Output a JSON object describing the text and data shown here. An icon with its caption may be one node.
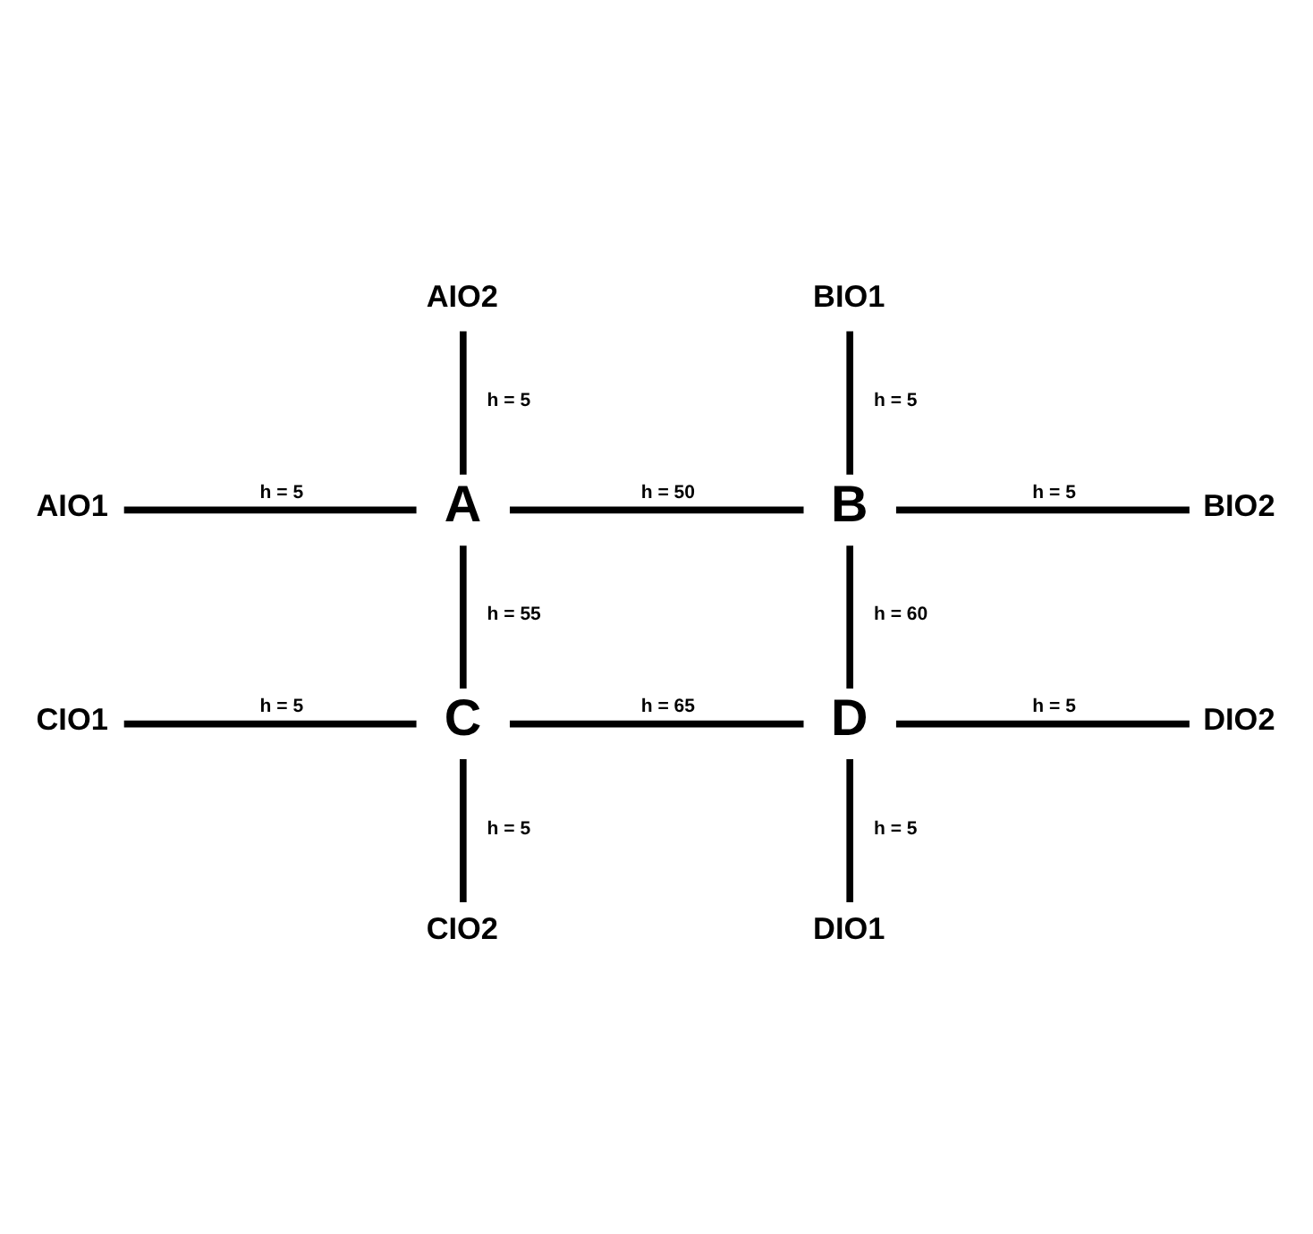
{
  "diagram": {
    "nodes": [
      {
        "text": [
          "AIO2"
        ]
      },
      {
        "text": [
          "BIO1"
        ]
      },
      {
        "text": [
          "AIO1"
        ]
      },
      {
        "text": [
          "A"
        ]
      },
      {
        "text": [
          "B"
        ]
      },
      {
        "text": [
          "BIO2"
        ]
      },
      {
        "text": [
          "CIO1"
        ]
      },
      {
        "text": [
          "C"
        ]
      },
      {
        "text": [
          "D"
        ]
      },
      {
        "text": [
          "DIO2"
        ]
      },
      {
        "text": [
          "CIO2"
        ]
      },
      {
        "text": [
          "DIO1"
        ]
      }
    ],
    "edges": [
      {
        "from": 0,
        "to": 3,
        "arrow": "none",
        "label": "h = 5"
      },
      {
        "from": 2,
        "to": 3,
        "arrow": "none",
        "label": "h = 5"
      },
      {
        "from": 3,
        "to": 4,
        "arrow": "none",
        "label": "h = 50"
      },
      {
        "from": 1,
        "to": 4,
        "arrow": "none",
        "label": "h = 5"
      },
      {
        "from": 4,
        "to": 5,
        "arrow": "none",
        "label": "h = 5"
      },
      {
        "from": 3,
        "to": 7,
        "arrow": "none",
        "label": "h = 55"
      },
      {
        "from": 4,
        "to": 8,
        "arrow": "none",
        "label": "h = 60"
      },
      {
        "from": 6,
        "to": 7,
        "arrow": "none",
        "label": "h = 5"
      },
      {
        "from": 7,
        "to": 10,
        "arrow": "none",
        "label": "h = 5"
      },
      {
        "from": 7,
        "to": 8,
        "arrow": "none",
        "label": "h = 65"
      },
      {
        "from": 8,
        "to": 9,
        "arrow": "none",
        "label": "h = 5"
      },
      {
        "from": 8,
        "to": 11,
        "arrow": "none",
        "label": "h = 5"
      }
    ]
  }
}
